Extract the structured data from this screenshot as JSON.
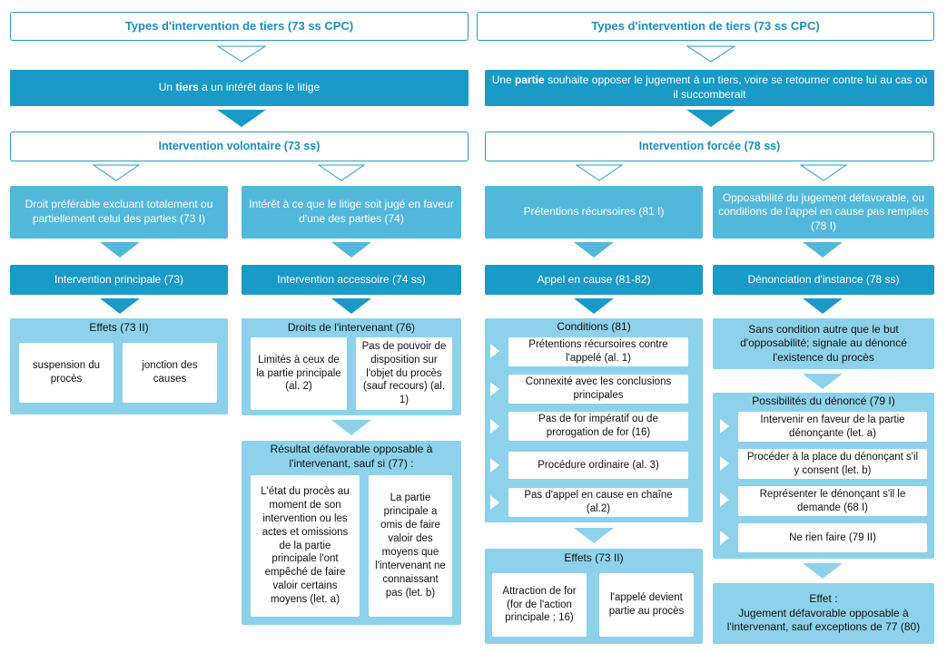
{
  "left": {
    "header": "Types d'intervention de tiers (73 ss CPC)",
    "situation_pre": "Un ",
    "situation_bold": "tiers",
    "situation_post": " a un intérêt dans le litige",
    "type": "Intervention volontaire (73 ss)",
    "col1": {
      "cause": "Droit préférable excluant totalement ou partiellement celui des parties (73 I)",
      "name": "Intervention principale (73)",
      "panel_title": "Effets (73 II)",
      "items": [
        "suspension du procès",
        "jonction des causes"
      ]
    },
    "col2": {
      "cause": "Intérêt à ce que le litige soit jugé en faveur d'une des parties (74)",
      "name": "Intervention accessoire (74 ss)",
      "panel_title": "Droits de l'intervenant (76)",
      "items": [
        "Limités à ceux de la partie principale (al. 2)",
        "Pas de pouvoir de disposition sur l'objet du procès (sauf recours) (al. 1)"
      ],
      "panel2_title": "Résultat défavorable opposable à l'intervenant, sauf si (77) :",
      "items2": [
        "L'état du procès au moment de son intervention ou les actes et omissions de la partie principale l'ont empêché de faire valoir certains moyens (let. a)",
        "La partie principale a omis  de faire valoir des moyens que l'intervenant ne connaissant pas (let. b)"
      ]
    }
  },
  "right": {
    "header": "Types d'intervention de tiers (73 ss CPC)",
    "situation_pre": "Une ",
    "situation_bold": "partie",
    "situation_post": " souhaite opposer le jugement à un tiers, voire se retourner contre lui au cas où il succomberait",
    "type": "Intervention forcée (78 ss)",
    "col1": {
      "cause": "Prétentions récursoires (81 I)",
      "name": "Appel en cause (81-82)",
      "panel_title": "Conditions (81)",
      "items": [
        "Prétentions récursoires contre l'appelé (al. 1)",
        "Connexité avec les conclusions principales",
        "Pas de for impératif ou de prorogation de for (16)",
        "Procédure ordinaire (al. 3)",
        "Pas d'appel en cause en chaîne (al.2)"
      ],
      "panel2_title": "Effets (73 II)",
      "items2": [
        "Attraction de for (for de l'action principale ; 16)",
        "l'appelé devient partie au procès"
      ]
    },
    "col2": {
      "cause": "Opposabilité du jugement défavorable, ou conditions de l'appel en cause pas remplies (78 I)",
      "name": "Dénonciation d'instance (78 ss)",
      "condition": "Sans condition autre que le but d'opposabilité; signale au dénoncé l'existence du procès",
      "panel_title": "Possibilités du dénoncé (79 I)",
      "items": [
        "Intervenir en faveur de la partie dénonçante (let. a)",
        "Procéder à la place du dénonçant s'il y consent (let. b)",
        "Représenter le dénonçant s'il le demande (68 I)",
        "Ne rien faire (79 II)"
      ],
      "effect_title": "Effet :",
      "effect_text": "Jugement défavorable opposable à l'intervenant, sauf exceptions de 77 (80)"
    }
  },
  "colors": {
    "dark": "#1a9ac6",
    "mid": "#52b8db",
    "light": "#8dd2ea",
    "outline": "#2a9bc4"
  }
}
